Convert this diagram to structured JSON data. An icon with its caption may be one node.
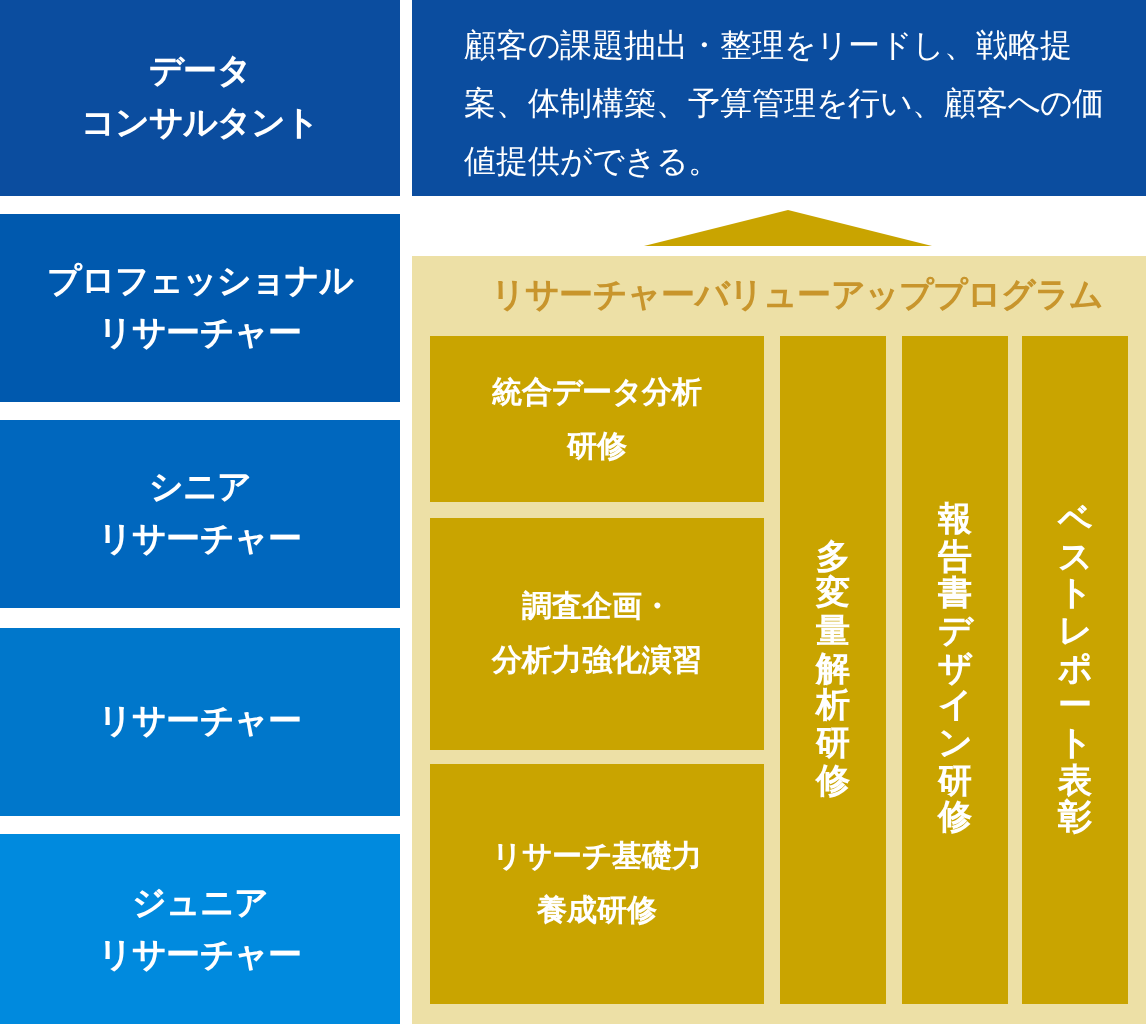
{
  "diagram": {
    "nodes": [
      {
        "text": [
          "データコンサルタント"
        ]
      },
      {
        "text": [
          "プロフェッショナルリサーチャー"
        ]
      },
      {
        "text": [
          "シニアリサーチャー"
        ]
      },
      {
        "text": [
          "リサーチャー"
        ]
      },
      {
        "text": [
          "ジュニアリサーチャー"
        ]
      },
      {
        "text": [
          "顧客の課題抽出・整理をリードし、戦略提案、体制構築、予算管理を行い、顧客への価値提供ができる。"
        ]
      },
      {
        "text": [
          "リサーチャーバリューアッププログラム"
        ]
      },
      {
        "text": [
          "統合データ分析研修"
        ],
        "in": 6
      },
      {
        "text": [
          "調査企画・分析力強化演習"
        ],
        "in": 6
      },
      {
        "text": [
          "リサーチ基礎力養成研修"
        ],
        "in": 6
      },
      {
        "text": [
          "多変量解析研修"
        ],
        "in": 6
      },
      {
        "text": [
          "報告書デザイン研修"
        ],
        "in": 6
      },
      {
        "text": [
          "ベストレポート表彰"
        ],
        "in": 6
      }
    ],
    "edges": [
      {
        "from": 6,
        "to": 5,
        "arrow": "to"
      }
    ]
  }
}
